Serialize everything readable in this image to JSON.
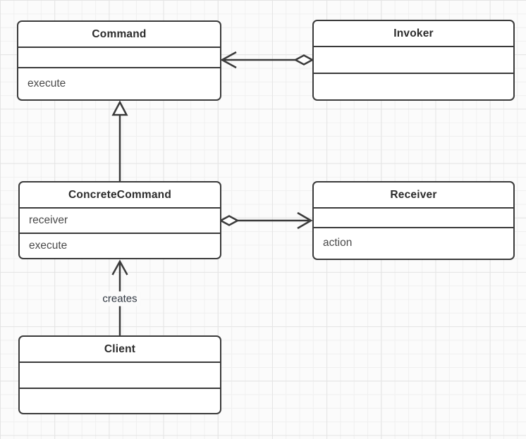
{
  "classes": [
    {
      "title": "Command",
      "rows": [
        "",
        "execute"
      ]
    },
    {
      "title": "Invoker",
      "rows": [
        "",
        ""
      ]
    },
    {
      "title": "ConcreteCommand",
      "rows": [
        "receiver",
        "execute"
      ]
    },
    {
      "title": "Receiver",
      "rows": [
        "",
        "action"
      ]
    },
    {
      "title": "Client",
      "rows": [
        "",
        ""
      ]
    }
  ],
  "edges": {
    "creates_label": "creates"
  },
  "colors": {
    "stroke": "#3a3a3a",
    "box_fill": "#ffffff",
    "canvas_bg": "#fbfbfb",
    "grid_minor": "#f0f0f0",
    "grid_major": "#e4e4e4",
    "title_text": "#2b2b2b",
    "member_text": "#4a4a4a",
    "label_text": "#2f3640"
  }
}
